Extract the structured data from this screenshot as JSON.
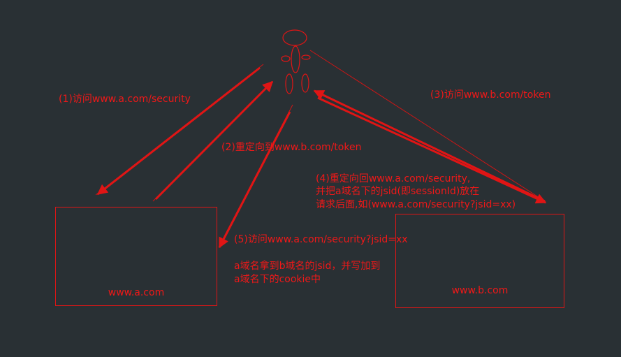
{
  "diagram": {
    "colors": {
      "background": "#293034",
      "stroke": "#e01515",
      "text": "#f01818"
    },
    "nodes": {
      "user": {
        "shape": "stick-figure"
      },
      "site_a": {
        "label": "www.a.com"
      },
      "site_b": {
        "label": "www.b.com"
      }
    },
    "steps": [
      {
        "id": "step1",
        "lines": [
          "(1)访问www.a.com/security"
        ]
      },
      {
        "id": "step2",
        "lines": [
          "(2)重定向到www.b.com/token"
        ]
      },
      {
        "id": "step3",
        "lines": [
          "(3)访问www.b.com/token"
        ]
      },
      {
        "id": "step4",
        "lines": [
          "(4)重定向回www.a.com/security,",
          "并把a域名下的jsid(即sessionId)放在",
          "请求后面,如(www.a.com/security?jsid=xx)"
        ]
      },
      {
        "id": "step5",
        "lines": [
          "(5)访问www.a.com/security?jsid=xx"
        ]
      }
    ],
    "note": {
      "lines": [
        "a域名拿到b域名的jsid，并写加到",
        "a域名下的cookie中"
      ]
    }
  }
}
